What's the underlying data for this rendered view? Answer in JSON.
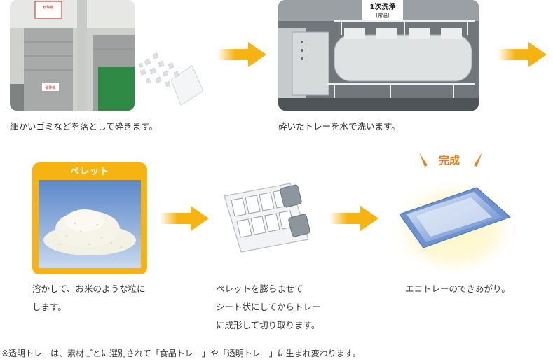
{
  "steps": {
    "crush": {
      "caption": "細かいゴミなどを落として砕きます。",
      "sign_text": "粉砕機",
      "sign_text_2": "破砕機"
    },
    "wash": {
      "caption": "砕いたトレーを水で洗います。",
      "sign_title": "1次洗浄",
      "sign_sub": "(常温)"
    },
    "pellet": {
      "badge": "ペレット",
      "caption_line1": "溶かして、お米のような粒に",
      "caption_line2": "します。"
    },
    "sheet": {
      "caption_line1": "ペレットを膨らませて",
      "caption_line2": "シート状にしてからトレー",
      "caption_line3": "に成形して切り取ります。"
    },
    "finished": {
      "badge": "完成",
      "caption": "エコトレーのできあがり。"
    }
  },
  "footnote": "※透明トレーは、素材ごとに選別されて「食品トレー」や「透明トレー」に生まれ変わります。",
  "colors": {
    "arrow": "#f7b311",
    "badge_bg": "#f7b311",
    "done_text": "#ef7d1a",
    "glow": "#fff3b0"
  }
}
